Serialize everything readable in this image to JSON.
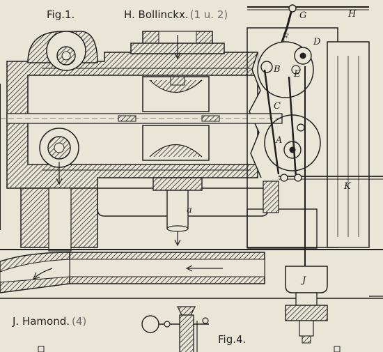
{
  "figure": {
    "fig1_label": "Fig.1.",
    "inventor_top": "H. Bollinckx.",
    "inventor_top_ref": "(1 u. 2)",
    "fig4_label": "Fig.4.",
    "inventor_bottom": "J. Hamond.",
    "inventor_bottom_ref": "(4)",
    "part_labels": {
      "G": "G",
      "H": "H",
      "F": "F",
      "D": "D",
      "B": "B",
      "E": "E",
      "C": "C",
      "A": "A",
      "K": "K",
      "J": "J",
      "a": "a"
    }
  },
  "colors": {
    "paper": "#e9e5d7",
    "ink": "#1f1f1f",
    "hatch": "#2a2a2a",
    "faded_text": "#6b6b6b"
  }
}
